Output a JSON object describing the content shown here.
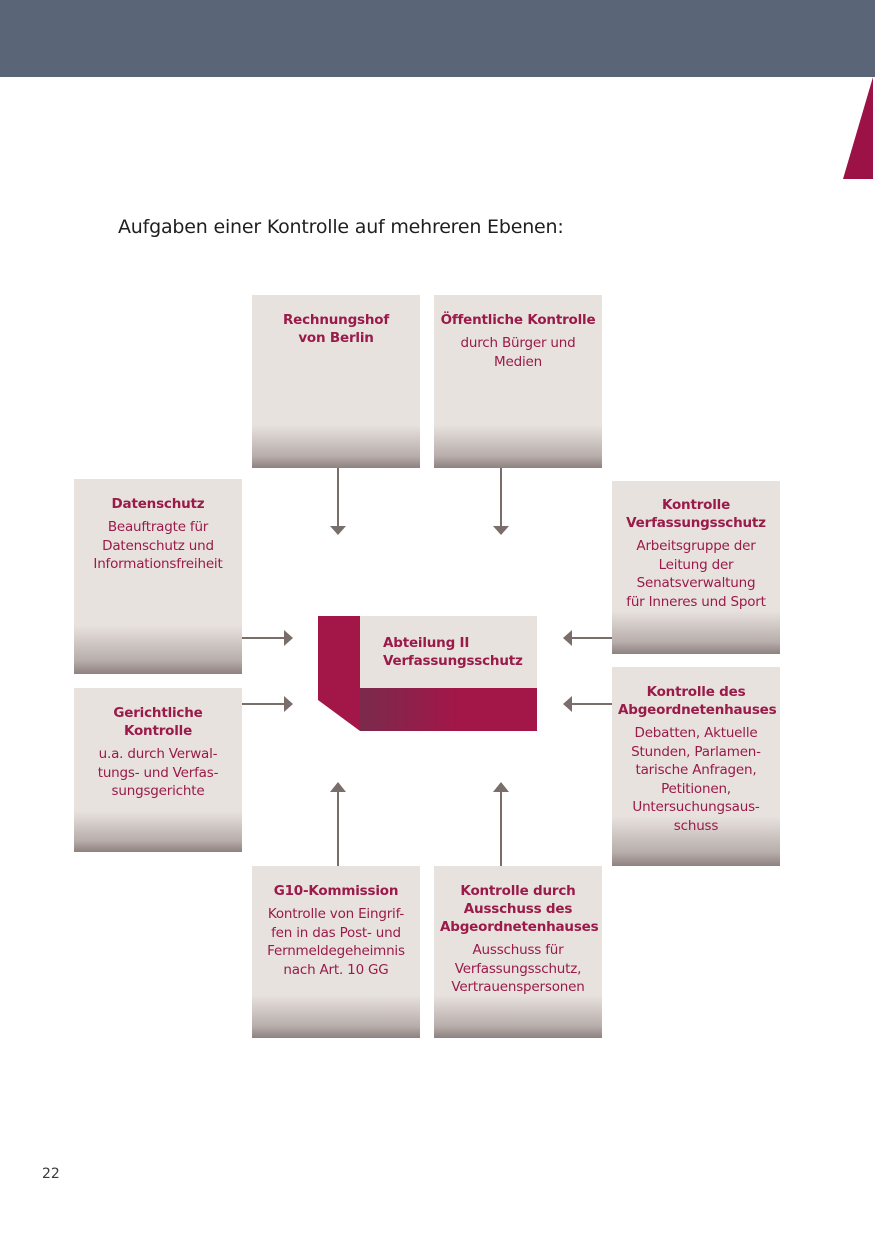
{
  "heading": "Aufgaben einer Kontrolle auf mehreren Ebenen:",
  "center": {
    "lines": [
      "Abteilung II",
      "Verfassungsschutz"
    ]
  },
  "boxes": {
    "rechnungshof": {
      "title": [
        "Rechnungshof",
        "von Berlin"
      ],
      "desc": []
    },
    "oeffentlich": {
      "title": [
        "Öffentliche Kontrolle"
      ],
      "desc": [
        "durch Bürger und",
        "Medien"
      ]
    },
    "datenschutz": {
      "title": [
        "Datenschutz"
      ],
      "desc": [
        "Beauftragte für",
        "Datenschutz und",
        "Informationsfreiheit"
      ]
    },
    "kontrolle_vs": {
      "title": [
        "Kontrolle",
        "Verfassungsschutz"
      ],
      "desc": [
        "Arbeitsgruppe der",
        "Leitung der",
        "Senatsverwaltung",
        "für Inneres und Sport"
      ]
    },
    "gerichtlich": {
      "title": [
        "Gerichtliche",
        "Kontrolle"
      ],
      "desc": [
        "u.a. durch Verwal-",
        "tungs- und Verfas-",
        "sungsgerichte"
      ]
    },
    "abgeordnetenhaus": {
      "title": [
        "Kontrolle des",
        "Abgeordnetenhauses"
      ],
      "desc": [
        "Debatten, Aktuelle",
        "Stunden, Parlamen-",
        "tarische Anfragen,",
        "Petitionen,",
        "Untersuchungsaus-",
        "schuss"
      ]
    },
    "g10": {
      "title": [
        "G10-Kommission"
      ],
      "desc": [
        "Kontrolle von Eingrif-",
        "fen in das Post- und",
        "Fernmeldegeheimnis",
        "nach Art. 10 GG"
      ]
    },
    "ausschuss": {
      "title": [
        "Kontrolle durch",
        "Ausschuss des",
        "Abgeordnetenhauses"
      ],
      "desc": [
        "Ausschuss für",
        "Verfassungsschutz,",
        "Vertrauenspersonen"
      ]
    }
  },
  "page_number": "22",
  "colors": {
    "header": "#5a6577",
    "accent": "#9c1246",
    "box": "#e8e2df",
    "arrow": "#7a6e6b"
  }
}
